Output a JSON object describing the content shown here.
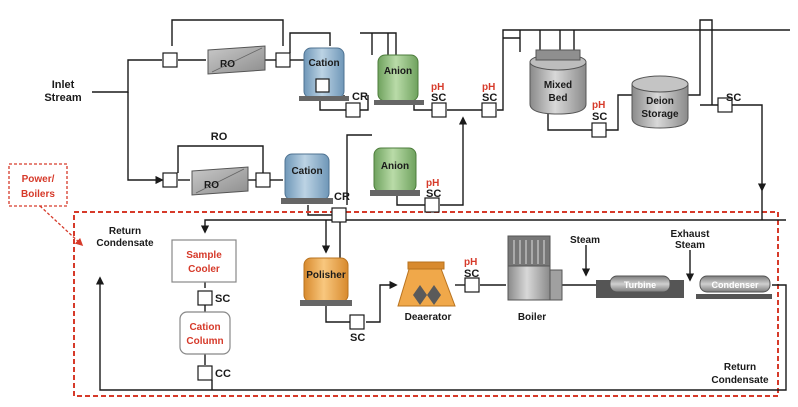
{
  "labels": {
    "inlet_line1": "Inlet",
    "inlet_line2": "Stream",
    "ro_top": "RO",
    "cation_top": "Cation",
    "anion_top": "Anion",
    "mixed_bed_line1": "Mixed",
    "mixed_bed_line2": "Bed",
    "deion_line1": "Deion",
    "deion_line2": "Storage",
    "ro_bottom_header": "RO",
    "ro_bottom": "RO",
    "cation_bottom": "Cation",
    "anion_bottom": "Anion",
    "power_line1": "Power/",
    "power_line2": "Boilers",
    "return_condensate_line1": "Return",
    "return_condensate_line2": "Condensate",
    "sample_cooler_line1": "Sample",
    "sample_cooler_line2": "Cooler",
    "cation_column_line1": "Cation",
    "cation_column_line2": "Column",
    "polisher": "Polisher",
    "deaerator": "Deaerator",
    "boiler": "Boiler",
    "steam": "Steam",
    "exhaust_line1": "Exhaust",
    "exhaust_line2": "Steam",
    "turbine": "Turbine",
    "condenser": "Condenser",
    "return_bottom_line1": "Return",
    "return_bottom_line2": "Condensate"
  },
  "instruments": {
    "cr": "CR",
    "sc": "SC",
    "ph": "pH",
    "cc": "CC"
  },
  "colors": {
    "cation_tank": "#8fb4d0",
    "anion_tank": "#8fbf7c",
    "polisher_tank": "#f0a84a",
    "highlight_red": "#d63a2a",
    "equipment_gray": "#9a9a9a"
  }
}
